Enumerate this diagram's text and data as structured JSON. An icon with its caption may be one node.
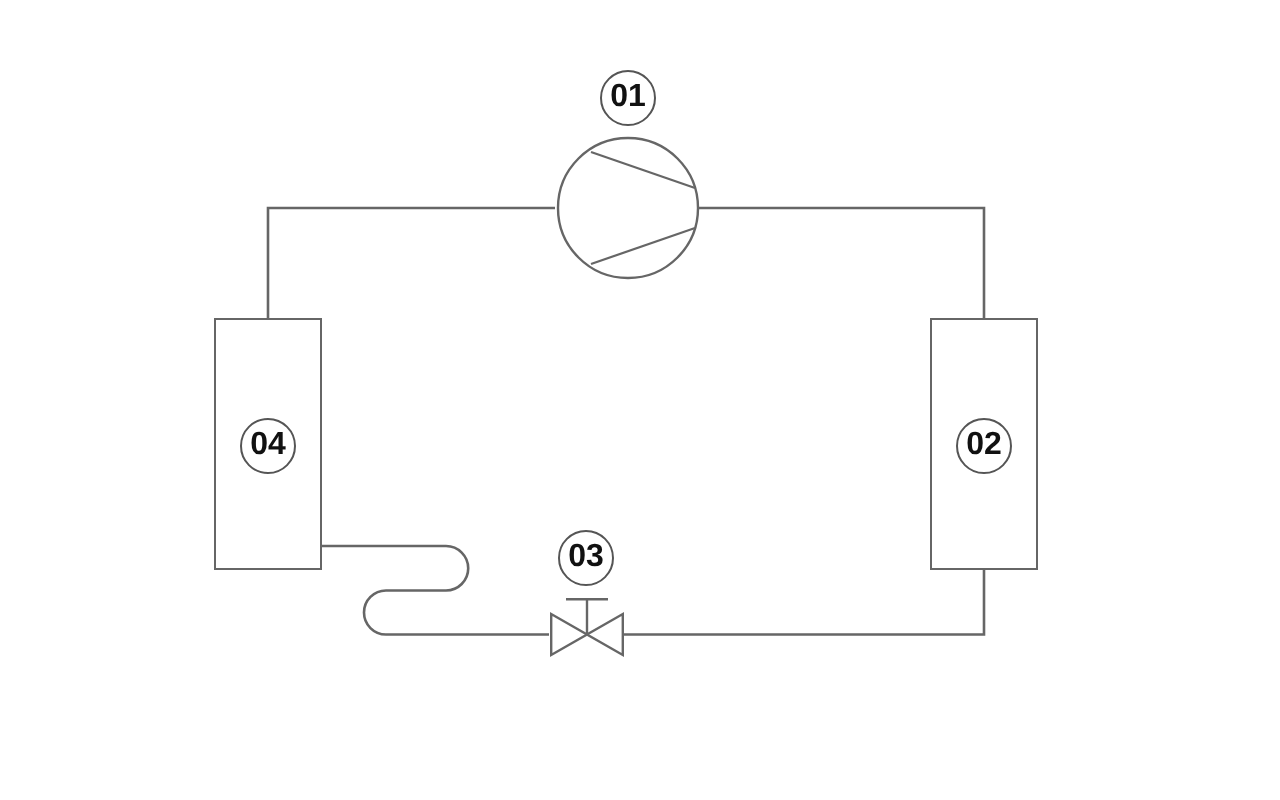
{
  "diagram": {
    "nodes": [
      {
        "text": [
          "01"
        ]
      },
      {
        "text": [],
        "shape": "circle"
      },
      {
        "text": [],
        "shape": "box"
      },
      {
        "text": [
          "02"
        ],
        "in": 2
      },
      {
        "text": [
          "03"
        ]
      },
      {
        "text": [],
        "shape": "valve"
      },
      {
        "text": [],
        "shape": "box"
      },
      {
        "text": [
          "04"
        ],
        "in": 6
      }
    ],
    "edges": [
      {
        "from": 1,
        "to": 2,
        "arrow": "none"
      },
      {
        "from": 2,
        "to": 5,
        "arrow": "none"
      },
      {
        "from": 5,
        "to": 6,
        "arrow": "none"
      },
      {
        "from": 6,
        "to": 1,
        "arrow": "none"
      }
    ]
  }
}
